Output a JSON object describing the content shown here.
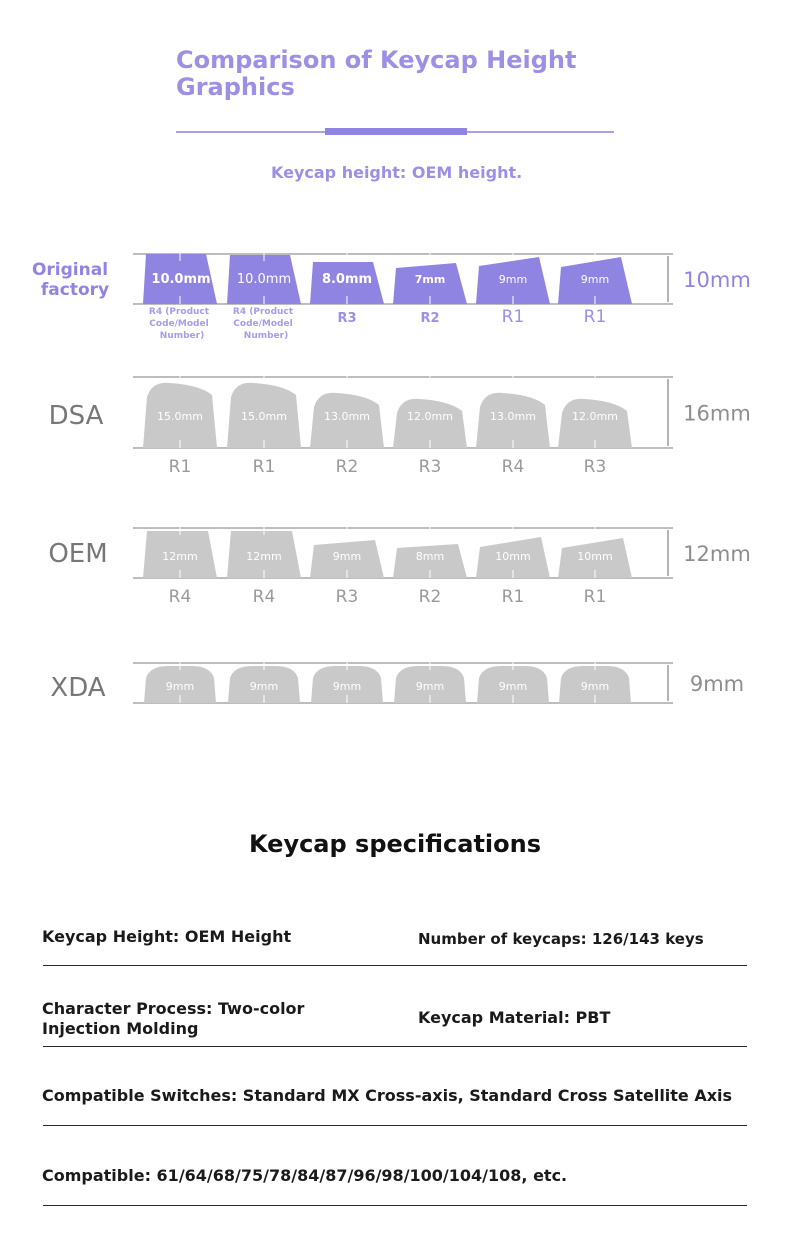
{
  "header": {
    "title": "Comparison of Keycap Height Graphics",
    "subtitle": "Keycap height: OEM height."
  },
  "diagram": {
    "colors": {
      "accent": "#8f84e2",
      "gray": "#c9c9c9",
      "label_gray": "#8a8a8a",
      "rule": "#bdbdbd"
    },
    "rows": [
      {
        "name": "Original factory",
        "total": "10mm",
        "keys": [
          {
            "height": "10.0mm",
            "row": "R4 (Product Code/Model Number)"
          },
          {
            "height": "10.0mm",
            "row": "R4 (Product Code/Model Number)"
          },
          {
            "height": "8.0mm",
            "row": "R3"
          },
          {
            "height": "7mm",
            "row": "R2"
          },
          {
            "height": "9mm",
            "row": "R1"
          },
          {
            "height": "9mm",
            "row": "R1"
          }
        ]
      },
      {
        "name": "DSA",
        "total": "16mm",
        "keys": [
          {
            "height": "15.0mm",
            "row": "R1"
          },
          {
            "height": "15.0mm",
            "row": "R1"
          },
          {
            "height": "13.0mm",
            "row": "R2"
          },
          {
            "height": "12.0mm",
            "row": "R3"
          },
          {
            "height": "13.0mm",
            "row": "R4"
          },
          {
            "height": "12.0mm",
            "row": "R3"
          }
        ]
      },
      {
        "name": "OEM",
        "total": "12mm",
        "keys": [
          {
            "height": "12mm",
            "row": "R4"
          },
          {
            "height": "12mm",
            "row": "R4"
          },
          {
            "height": "9mm",
            "row": "R3"
          },
          {
            "height": "8mm",
            "row": "R2"
          },
          {
            "height": "10mm",
            "row": "R1"
          },
          {
            "height": "10mm",
            "row": "R1"
          }
        ]
      },
      {
        "name": "XDA",
        "total": "9mm",
        "keys": [
          {
            "height": "9mm",
            "row": ""
          },
          {
            "height": "9mm",
            "row": ""
          },
          {
            "height": "9mm",
            "row": ""
          },
          {
            "height": "9mm",
            "row": ""
          },
          {
            "height": "9mm",
            "row": ""
          },
          {
            "height": "9mm",
            "row": ""
          }
        ]
      }
    ]
  },
  "specs": {
    "title": "Keycap specifications",
    "height": "Keycap Height: OEM Height",
    "count": "Number of keycaps: 126/143 keys",
    "process": "Character Process: Two-color Injection Molding",
    "material": "Keycap Material: PBT",
    "switches": "Compatible Switches: Standard MX Cross-axis, Standard Cross Satellite Axis",
    "compatible": "Compatible: 61/64/68/75/78/84/87/96/98/100/104/108, etc."
  }
}
